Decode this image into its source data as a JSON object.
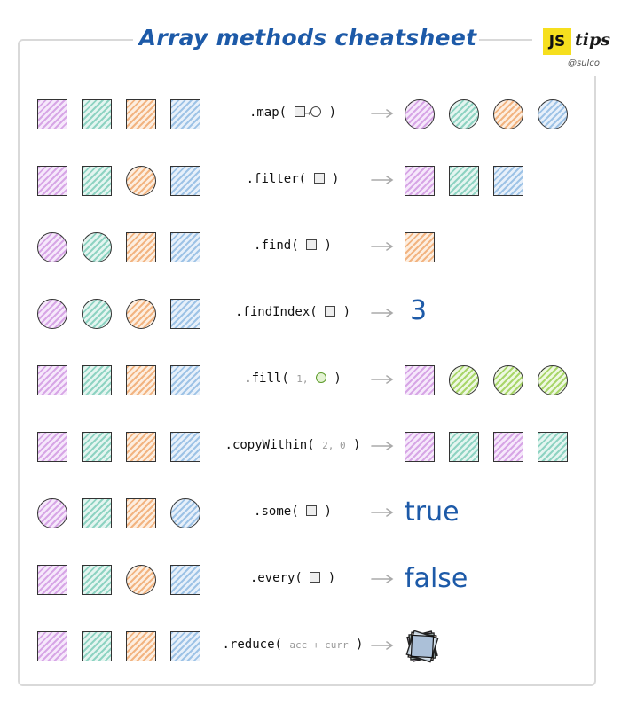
{
  "title": "Array methods cheatsheet",
  "logo": {
    "js": "JS",
    "tips": "tips",
    "handle": "@sulco"
  },
  "colors": {
    "title": "#1d5aa8",
    "purple": "#d7a6e6",
    "green": "#8ed3c2",
    "orange": "#f2b481",
    "blue": "#9ec3e6",
    "lime": "#a9d66a",
    "result_text": "#1d5aa8"
  },
  "rows": [
    {
      "method": ".map(",
      "close": ")",
      "inputs": [
        [
          "square",
          "purple"
        ],
        [
          "square",
          "green"
        ],
        [
          "square",
          "orange"
        ],
        [
          "square",
          "blue"
        ]
      ],
      "outputs": [
        [
          "circle",
          "purple"
        ],
        [
          "circle",
          "green"
        ],
        [
          "circle",
          "orange"
        ],
        [
          "circle",
          "blue"
        ]
      ]
    },
    {
      "method": ".filter(",
      "close": ")",
      "inputs": [
        [
          "square",
          "purple"
        ],
        [
          "square",
          "green"
        ],
        [
          "circle",
          "orange"
        ],
        [
          "square",
          "blue"
        ]
      ],
      "outputs": [
        [
          "square",
          "purple"
        ],
        [
          "square",
          "green"
        ],
        [
          "square",
          "blue"
        ]
      ]
    },
    {
      "method": ".find(",
      "close": ")",
      "inputs": [
        [
          "circle",
          "purple"
        ],
        [
          "circle",
          "green"
        ],
        [
          "square",
          "orange"
        ],
        [
          "square",
          "blue"
        ]
      ],
      "outputs": [
        [
          "square",
          "orange"
        ]
      ]
    },
    {
      "method": ".findIndex(",
      "close": ")",
      "inputs": [
        [
          "circle",
          "purple"
        ],
        [
          "circle",
          "green"
        ],
        [
          "circle",
          "orange"
        ],
        [
          "square",
          "blue"
        ]
      ],
      "result_text": "3"
    },
    {
      "method": ".fill(",
      "arg": "1,",
      "close": ")",
      "inputs": [
        [
          "square",
          "purple"
        ],
        [
          "square",
          "green"
        ],
        [
          "square",
          "orange"
        ],
        [
          "square",
          "blue"
        ]
      ],
      "outputs": [
        [
          "square",
          "purple"
        ],
        [
          "circle",
          "lime"
        ],
        [
          "circle",
          "lime"
        ],
        [
          "circle",
          "lime"
        ]
      ]
    },
    {
      "method": ".copyWithin(",
      "arg": "2, 0",
      "close": ")",
      "inputs": [
        [
          "square",
          "purple"
        ],
        [
          "square",
          "green"
        ],
        [
          "square",
          "orange"
        ],
        [
          "square",
          "blue"
        ]
      ],
      "outputs": [
        [
          "square",
          "purple"
        ],
        [
          "square",
          "green"
        ],
        [
          "square",
          "purple"
        ],
        [
          "square",
          "green"
        ]
      ]
    },
    {
      "method": ".some(",
      "close": ")",
      "inputs": [
        [
          "circle",
          "purple"
        ],
        [
          "square",
          "green"
        ],
        [
          "square",
          "orange"
        ],
        [
          "circle",
          "blue"
        ]
      ],
      "result_text": "true"
    },
    {
      "method": ".every(",
      "close": ")",
      "inputs": [
        [
          "square",
          "purple"
        ],
        [
          "square",
          "green"
        ],
        [
          "circle",
          "orange"
        ],
        [
          "square",
          "blue"
        ]
      ],
      "result_text": "false"
    },
    {
      "method": ".reduce(",
      "arg": "acc + curr",
      "close": ")",
      "inputs": [
        [
          "square",
          "purple"
        ],
        [
          "square",
          "green"
        ],
        [
          "square",
          "orange"
        ],
        [
          "square",
          "blue"
        ]
      ],
      "result_icon": "stacked-squares-icon"
    }
  ]
}
